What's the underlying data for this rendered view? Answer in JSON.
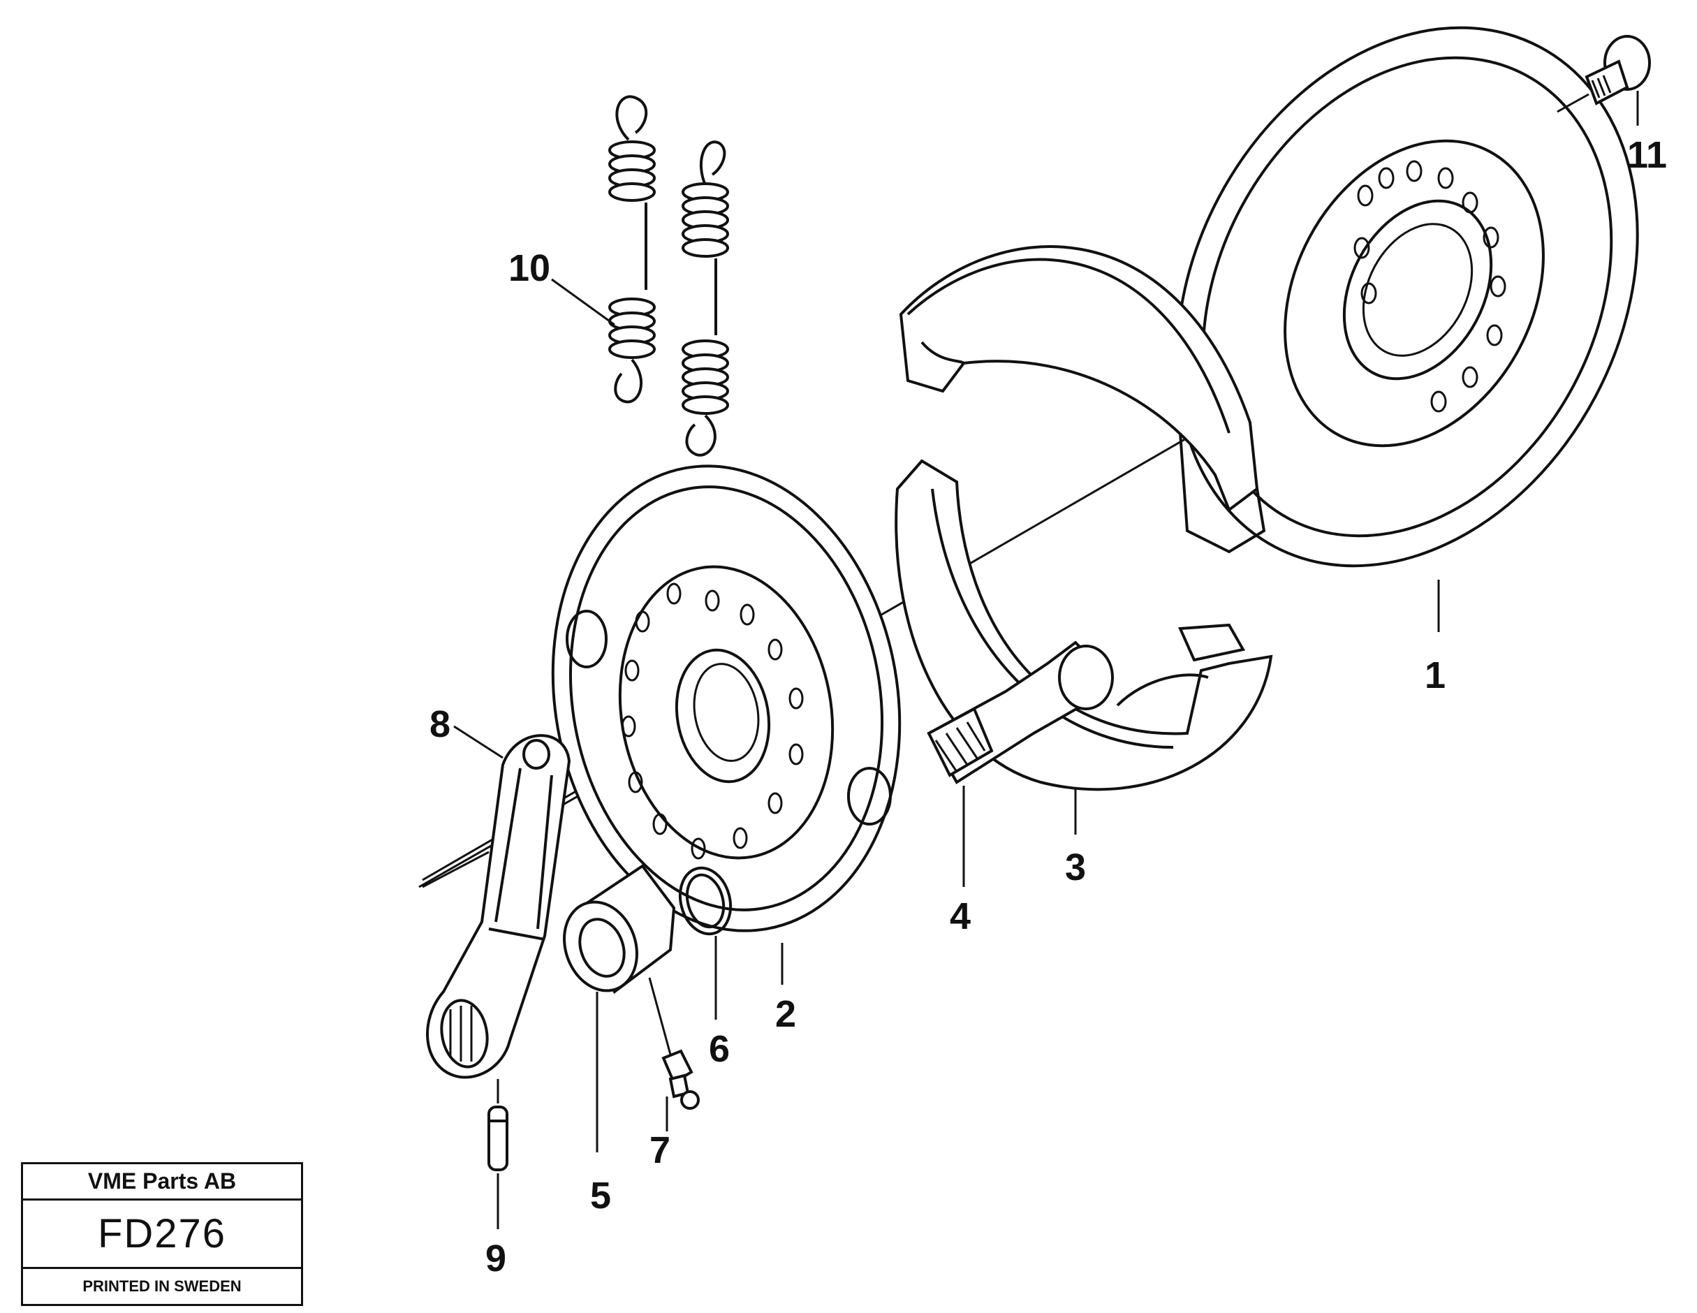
{
  "diagram": {
    "callouts": [
      {
        "id": "1",
        "label": "1"
      },
      {
        "id": "2",
        "label": "2"
      },
      {
        "id": "3",
        "label": "3"
      },
      {
        "id": "4",
        "label": "4"
      },
      {
        "id": "5",
        "label": "5"
      },
      {
        "id": "6",
        "label": "6"
      },
      {
        "id": "7",
        "label": "7"
      },
      {
        "id": "8",
        "label": "8"
      },
      {
        "id": "9",
        "label": "9"
      },
      {
        "id": "10",
        "label": "10"
      },
      {
        "id": "11",
        "label": "11"
      }
    ]
  },
  "title_block": {
    "company": "VME Parts AB",
    "drawing_code": "FD276",
    "printed": "PRINTED IN SWEDEN"
  }
}
